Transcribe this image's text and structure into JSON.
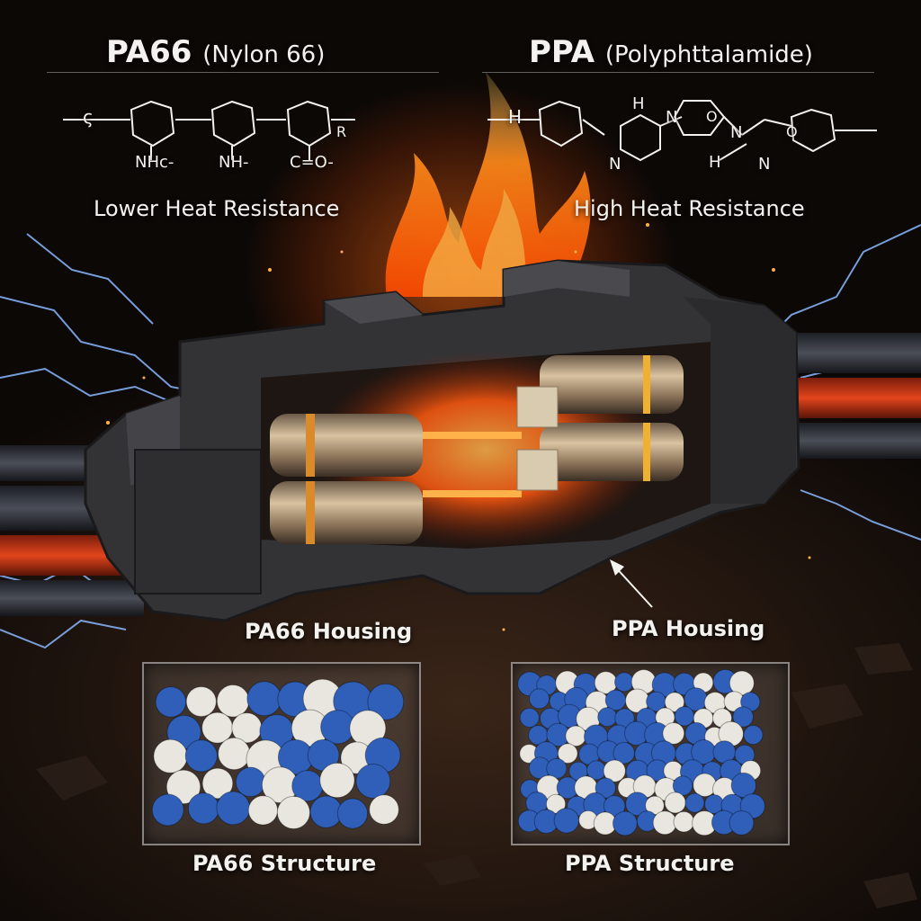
{
  "left": {
    "title": "PA66",
    "title_sub": "(Nylon 66)",
    "formula_labels": [
      "ς",
      "NHc-",
      "NH-",
      "C=O-",
      "R"
    ],
    "resistance": "Lower Heat Resistance",
    "housing_label": "PA66 Housing",
    "structure_label": "PA66 Structure"
  },
  "right": {
    "title": "PPA",
    "title_sub": "(Polyphttalamide)",
    "formula_labels": [
      "H",
      "H",
      "N",
      "O",
      "N",
      "O",
      "N",
      "H",
      "N"
    ],
    "resistance": "High Heat Resistance",
    "housing_label": "PPA Housing",
    "structure_label": "PPA Structure"
  },
  "colors": {
    "fire": "#ff6a1a",
    "lightning": "#6fa8ff",
    "bead_blue": "#2f5fb8",
    "bead_white": "#e9e6df",
    "housing": "#3c3c3e"
  }
}
